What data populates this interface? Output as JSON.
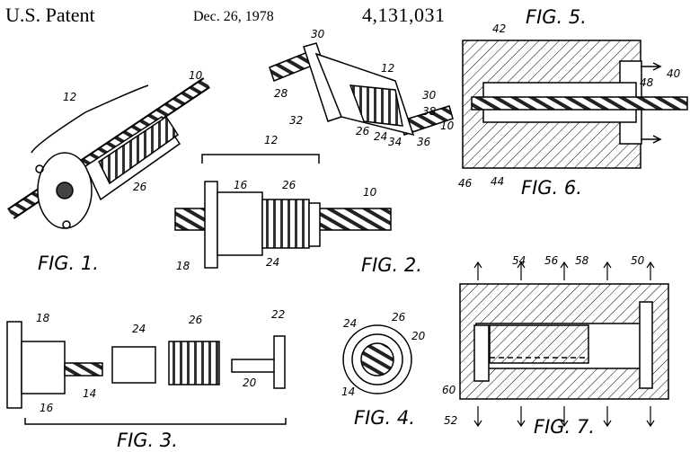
{
  "header": {
    "label": "U.S. Patent",
    "date": "Dec. 26, 1978",
    "number": "4,131,031"
  },
  "figures": {
    "fig1": "FIG. 1.",
    "fig2": "FIG. 2.",
    "fig3": "FIG. 3.",
    "fig4": "FIG. 4.",
    "fig5": "FIG. 5.",
    "fig6": "FIG. 6.",
    "fig7": "FIG. 7."
  },
  "refs": {
    "fig1": [
      "12",
      "10",
      "26"
    ],
    "fig2": [
      "12",
      "16",
      "26",
      "10",
      "18",
      "24"
    ],
    "fig3": [
      "18",
      "24",
      "26",
      "22",
      "14",
      "20",
      "16"
    ],
    "fig4": [
      "24",
      "26",
      "20",
      "14"
    ],
    "fig5": [
      "42",
      "48",
      "40"
    ],
    "fig6": [
      "46",
      "44"
    ],
    "fig_top": [
      "30",
      "12",
      "28",
      "32",
      "26",
      "24",
      "34",
      "30",
      "38",
      "10",
      "36"
    ],
    "fig7": [
      "54",
      "56",
      "58",
      "50",
      "60",
      "52"
    ]
  }
}
